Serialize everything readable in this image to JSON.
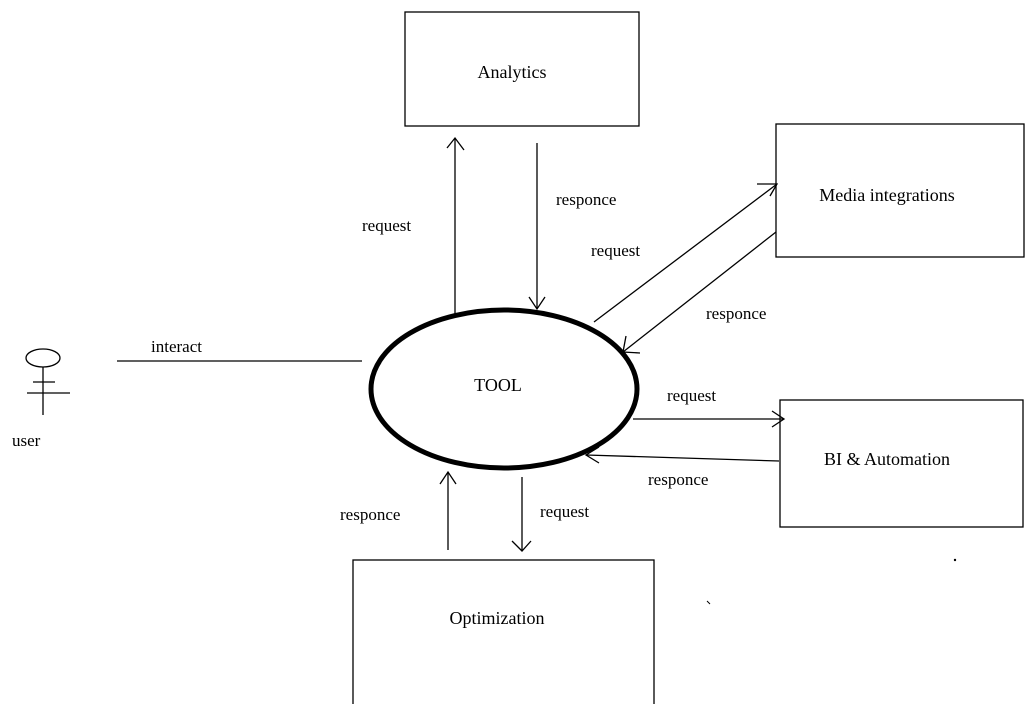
{
  "central": {
    "label": "TOOL"
  },
  "actor": {
    "label": "user"
  },
  "boxes": {
    "analytics": "Analytics",
    "media": "Media integrations",
    "bi": "BI & Automation",
    "optimization": "Optimization"
  },
  "edges": {
    "interact": "interact",
    "analytics_request": "request",
    "analytics_response": "responce",
    "media_request": "request",
    "media_response": "responce",
    "bi_request": "request",
    "bi_response": "responce",
    "opt_response": "responce",
    "opt_request": "request"
  }
}
